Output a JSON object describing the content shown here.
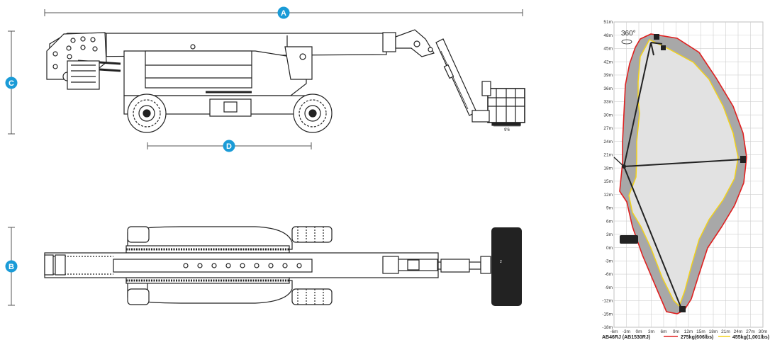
{
  "dimensions": {
    "A": "A",
    "B": "B",
    "C": "C",
    "D": "D"
  },
  "platform_width_mark": "9'6",
  "platform_id_mark": "2",
  "colors": {
    "badge": "#1a9bd7",
    "capacity_275": "#e02020",
    "capacity_455": "#f2d21b",
    "envelope_gray": "#a8a8a8",
    "envelope_light": "#e2e2e2",
    "grid": "#cfcfcf",
    "machine": "#222222"
  },
  "range_chart": {
    "rotation_label": "360°",
    "y_ticks": [
      "51m",
      "48m",
      "45m",
      "42m",
      "39m",
      "36m",
      "33m",
      "30m",
      "27m",
      "24m",
      "21m",
      "18m",
      "15m",
      "12m",
      "9m",
      "6m",
      "3m",
      "0m",
      "-3m",
      "-6m",
      "-9m",
      "-12m",
      "-15m",
      "-18m"
    ],
    "x_ticks": [
      "-6m",
      "-3m",
      "0m",
      "3m",
      "6m",
      "9m",
      "12m",
      "15m",
      "18m",
      "21m",
      "24m",
      "27m",
      "30m"
    ],
    "model_label": "AB46RJ (AB1530RJ)",
    "legend": [
      {
        "label": "275kg(606lbs)",
        "color": "#e02020"
      },
      {
        "label": "455kg(1,001lbs)",
        "color": "#f2d21b"
      }
    ]
  }
}
